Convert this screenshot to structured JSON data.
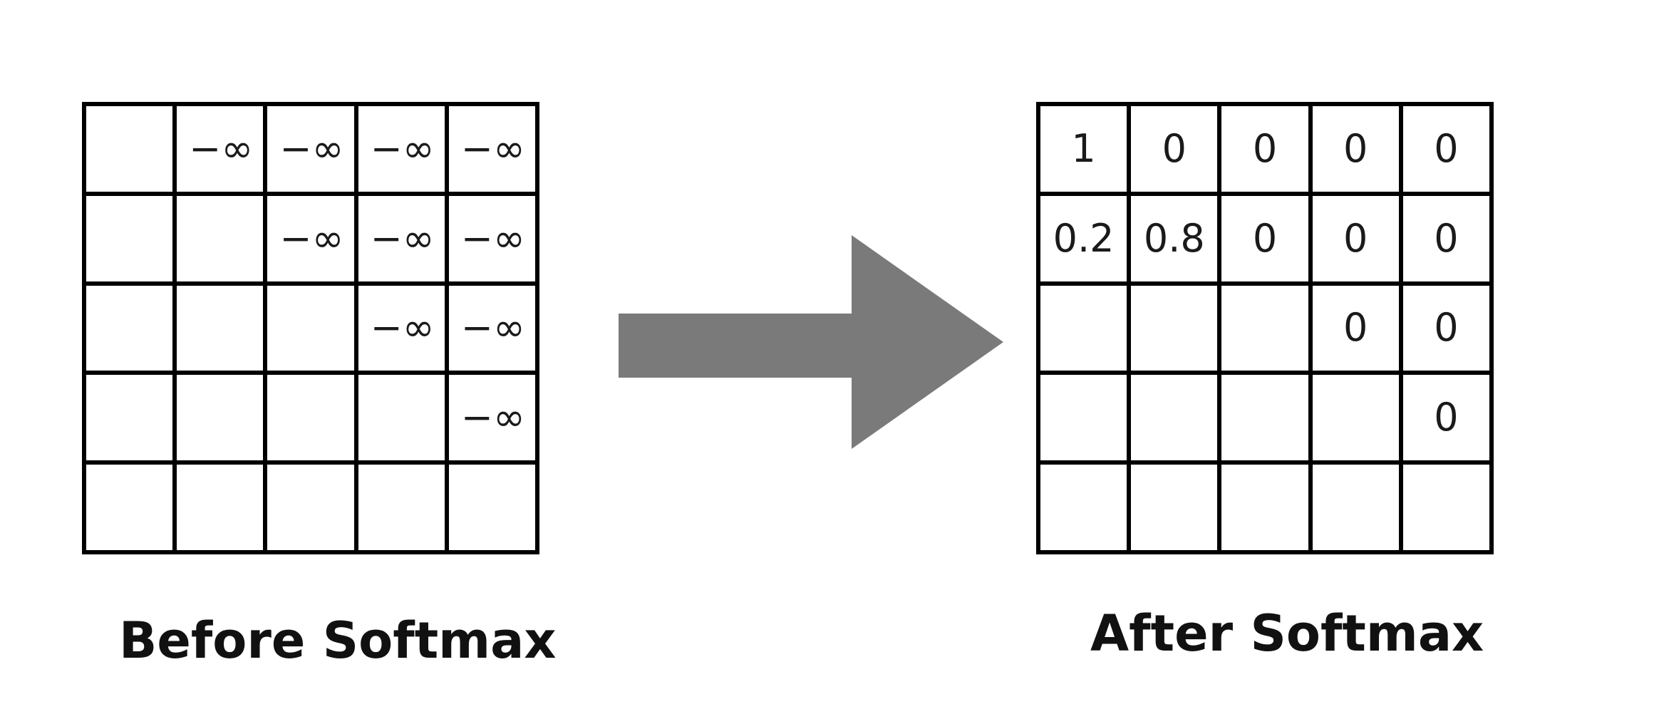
{
  "before": {
    "label": "Before Softmax",
    "rows": [
      [
        "",
        "−∞",
        "−∞",
        "−∞",
        "−∞"
      ],
      [
        "",
        "",
        "−∞",
        "−∞",
        "−∞"
      ],
      [
        "",
        "",
        "",
        "−∞",
        "−∞"
      ],
      [
        "",
        "",
        "",
        "",
        "−∞"
      ],
      [
        "",
        "",
        "",
        "",
        ""
      ]
    ]
  },
  "after": {
    "label": "After Softmax",
    "rows": [
      [
        "1",
        "0",
        "0",
        "0",
        "0"
      ],
      [
        "0.2",
        "0.8",
        "0",
        "0",
        "0"
      ],
      [
        "",
        "",
        "",
        "0",
        "0"
      ],
      [
        "",
        "",
        "",
        "",
        "0"
      ],
      [
        "",
        "",
        "",
        "",
        ""
      ]
    ]
  },
  "colors": {
    "arrow": "#7a7a7a",
    "grid_line": "#000000",
    "text": "#1a1a1a"
  },
  "icons": {
    "arrow": "right-arrow-icon"
  }
}
